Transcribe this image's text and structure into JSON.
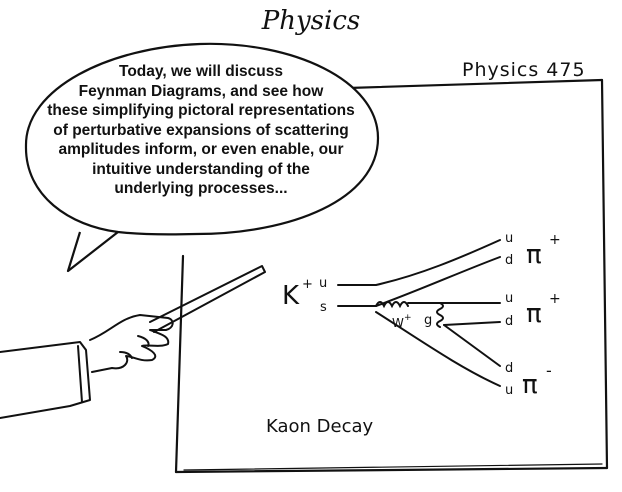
{
  "title": "Physics",
  "speech": {
    "lines": [
      "Today, we will discuss",
      "Feynman Diagrams, and see how",
      "these simplifying pictoral representations",
      "of perturbative expansions of scattering",
      "amplitudes inform, or even enable, our",
      "intuitive understanding of the",
      "underlying processes..."
    ]
  },
  "board": {
    "course_label": "Physics 475",
    "caption": "Kaon Decay",
    "diagram": {
      "incoming": {
        "particle": "K",
        "charge": "+",
        "quark_top": "u",
        "quark_bottom": "s"
      },
      "boson_w": {
        "label": "W",
        "charge": "+"
      },
      "gluon": {
        "label": "g"
      },
      "outgoing": [
        {
          "particle": "π",
          "charge": "+",
          "quark_top": "u",
          "quark_bottom": "d"
        },
        {
          "particle": "π",
          "charge": "+",
          "quark_top": "u",
          "quark_bottom": "d"
        },
        {
          "particle": "π",
          "charge": "-",
          "quark_top": "d",
          "quark_bottom": "u"
        }
      ]
    }
  }
}
